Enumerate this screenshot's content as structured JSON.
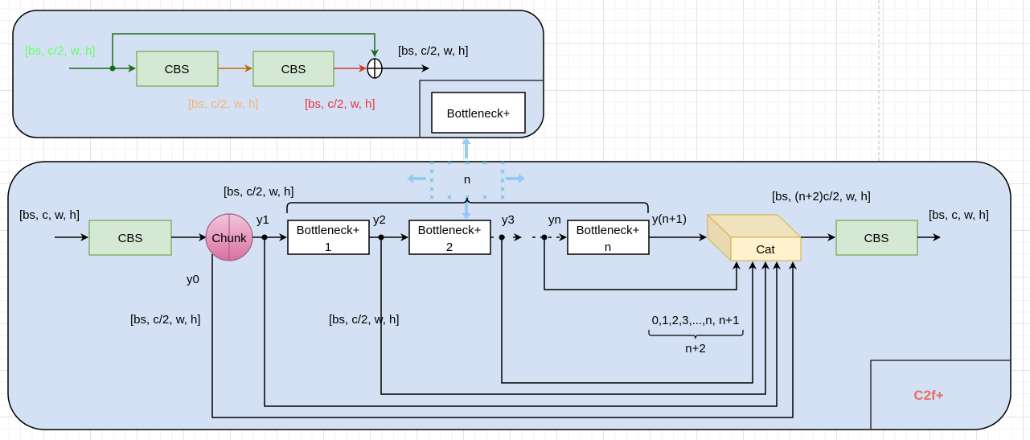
{
  "colors": {
    "panel_fill": "#d4e1f5",
    "cbs_fill": "#d5e8d4",
    "cbs_stroke": "#82b366",
    "chunk_fill": "#e6a0c4",
    "cat_fill": "#fff2cc",
    "cat_stroke": "#d6b656",
    "skip_green": "#1a6b1a",
    "mid_orange": "#c26a00",
    "out_red": "#d63c1a",
    "label_green": "#66ff66",
    "label_orange": "#f5b27a",
    "label_red": "#e8383b",
    "title_red": "#ea6b66"
  },
  "bottleneck_panel": {
    "title": "Bottleneck+",
    "input_shape": "[bs, c/2, w, h]",
    "cbs1_label": "CBS",
    "cbs2_label": "CBS",
    "mid_shape": "[bs, c/2, w, h]",
    "out_shape_red": "[bs, c/2, w, h]",
    "output_shape": "[bs, c/2, w, h]",
    "add_symbol": "⊕"
  },
  "c2f_panel": {
    "title": "C2f+",
    "input_shape": "[bs, c, w, h]",
    "cbs_in_label": "CBS",
    "chunk_label": "Chunk",
    "split_shape": "[bs, c/2, w, h]",
    "y0_label": "y0",
    "y0_shape": "[bs, c/2, w, h]",
    "y1_label": "y1",
    "y2_label": "y2",
    "y3_label": "y3",
    "yn_label": "yn",
    "yn1_label": "y(n+1)",
    "mid_shape": "[bs, c/2, w, h]",
    "brace_label": "n",
    "bottlenecks": [
      {
        "line1": "Bottleneck+",
        "line2": "1"
      },
      {
        "line1": "Bottleneck+",
        "line2": "2"
      },
      {
        "line1": "Bottleneck+",
        "line2": "n"
      }
    ],
    "cat_label": "Cat",
    "cat_shape": "[bs, (n+2)c/2, w, h]",
    "cbs_out_label": "CBS",
    "output_shape": "[bs, c, w, h]",
    "index_list": "0,1,2,3,...,n, n+1",
    "count_label": "n+2"
  }
}
